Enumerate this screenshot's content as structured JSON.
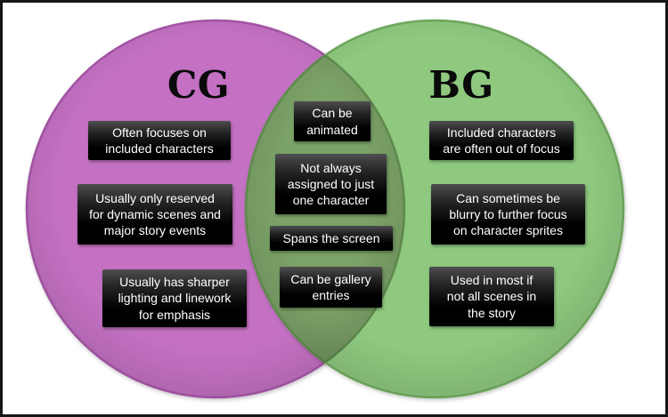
{
  "venn": {
    "left": {
      "title": "CG",
      "color": "#c471c3",
      "border_color": "#a457a6",
      "items": [
        "Often focuses on\nincluded characters",
        "Usually only reserved\nfor dynamic scenes and\nmajor story events",
        "Usually has sharper\nlighting and linework\nfor emphasis"
      ]
    },
    "right": {
      "title": "BG",
      "color": "#8ec97f",
      "border_color": "#6fa95e",
      "items": [
        "Included characters\nare often out of focus",
        "Can sometimes be\nblurry to further focus\non character sprites",
        "Used in most if\nnot all scenes in\nthe story"
      ]
    },
    "overlap": {
      "color": "#7ba267",
      "border_color": "#628e50",
      "items": [
        "Can be\nanimated",
        "Not always\nassigned to just\none character",
        "Spans the screen",
        "Can be gallery\nentries"
      ]
    },
    "label_bg_color": "#000000",
    "label_text_color": "#ffffff",
    "frame_border_color": "#161616"
  }
}
